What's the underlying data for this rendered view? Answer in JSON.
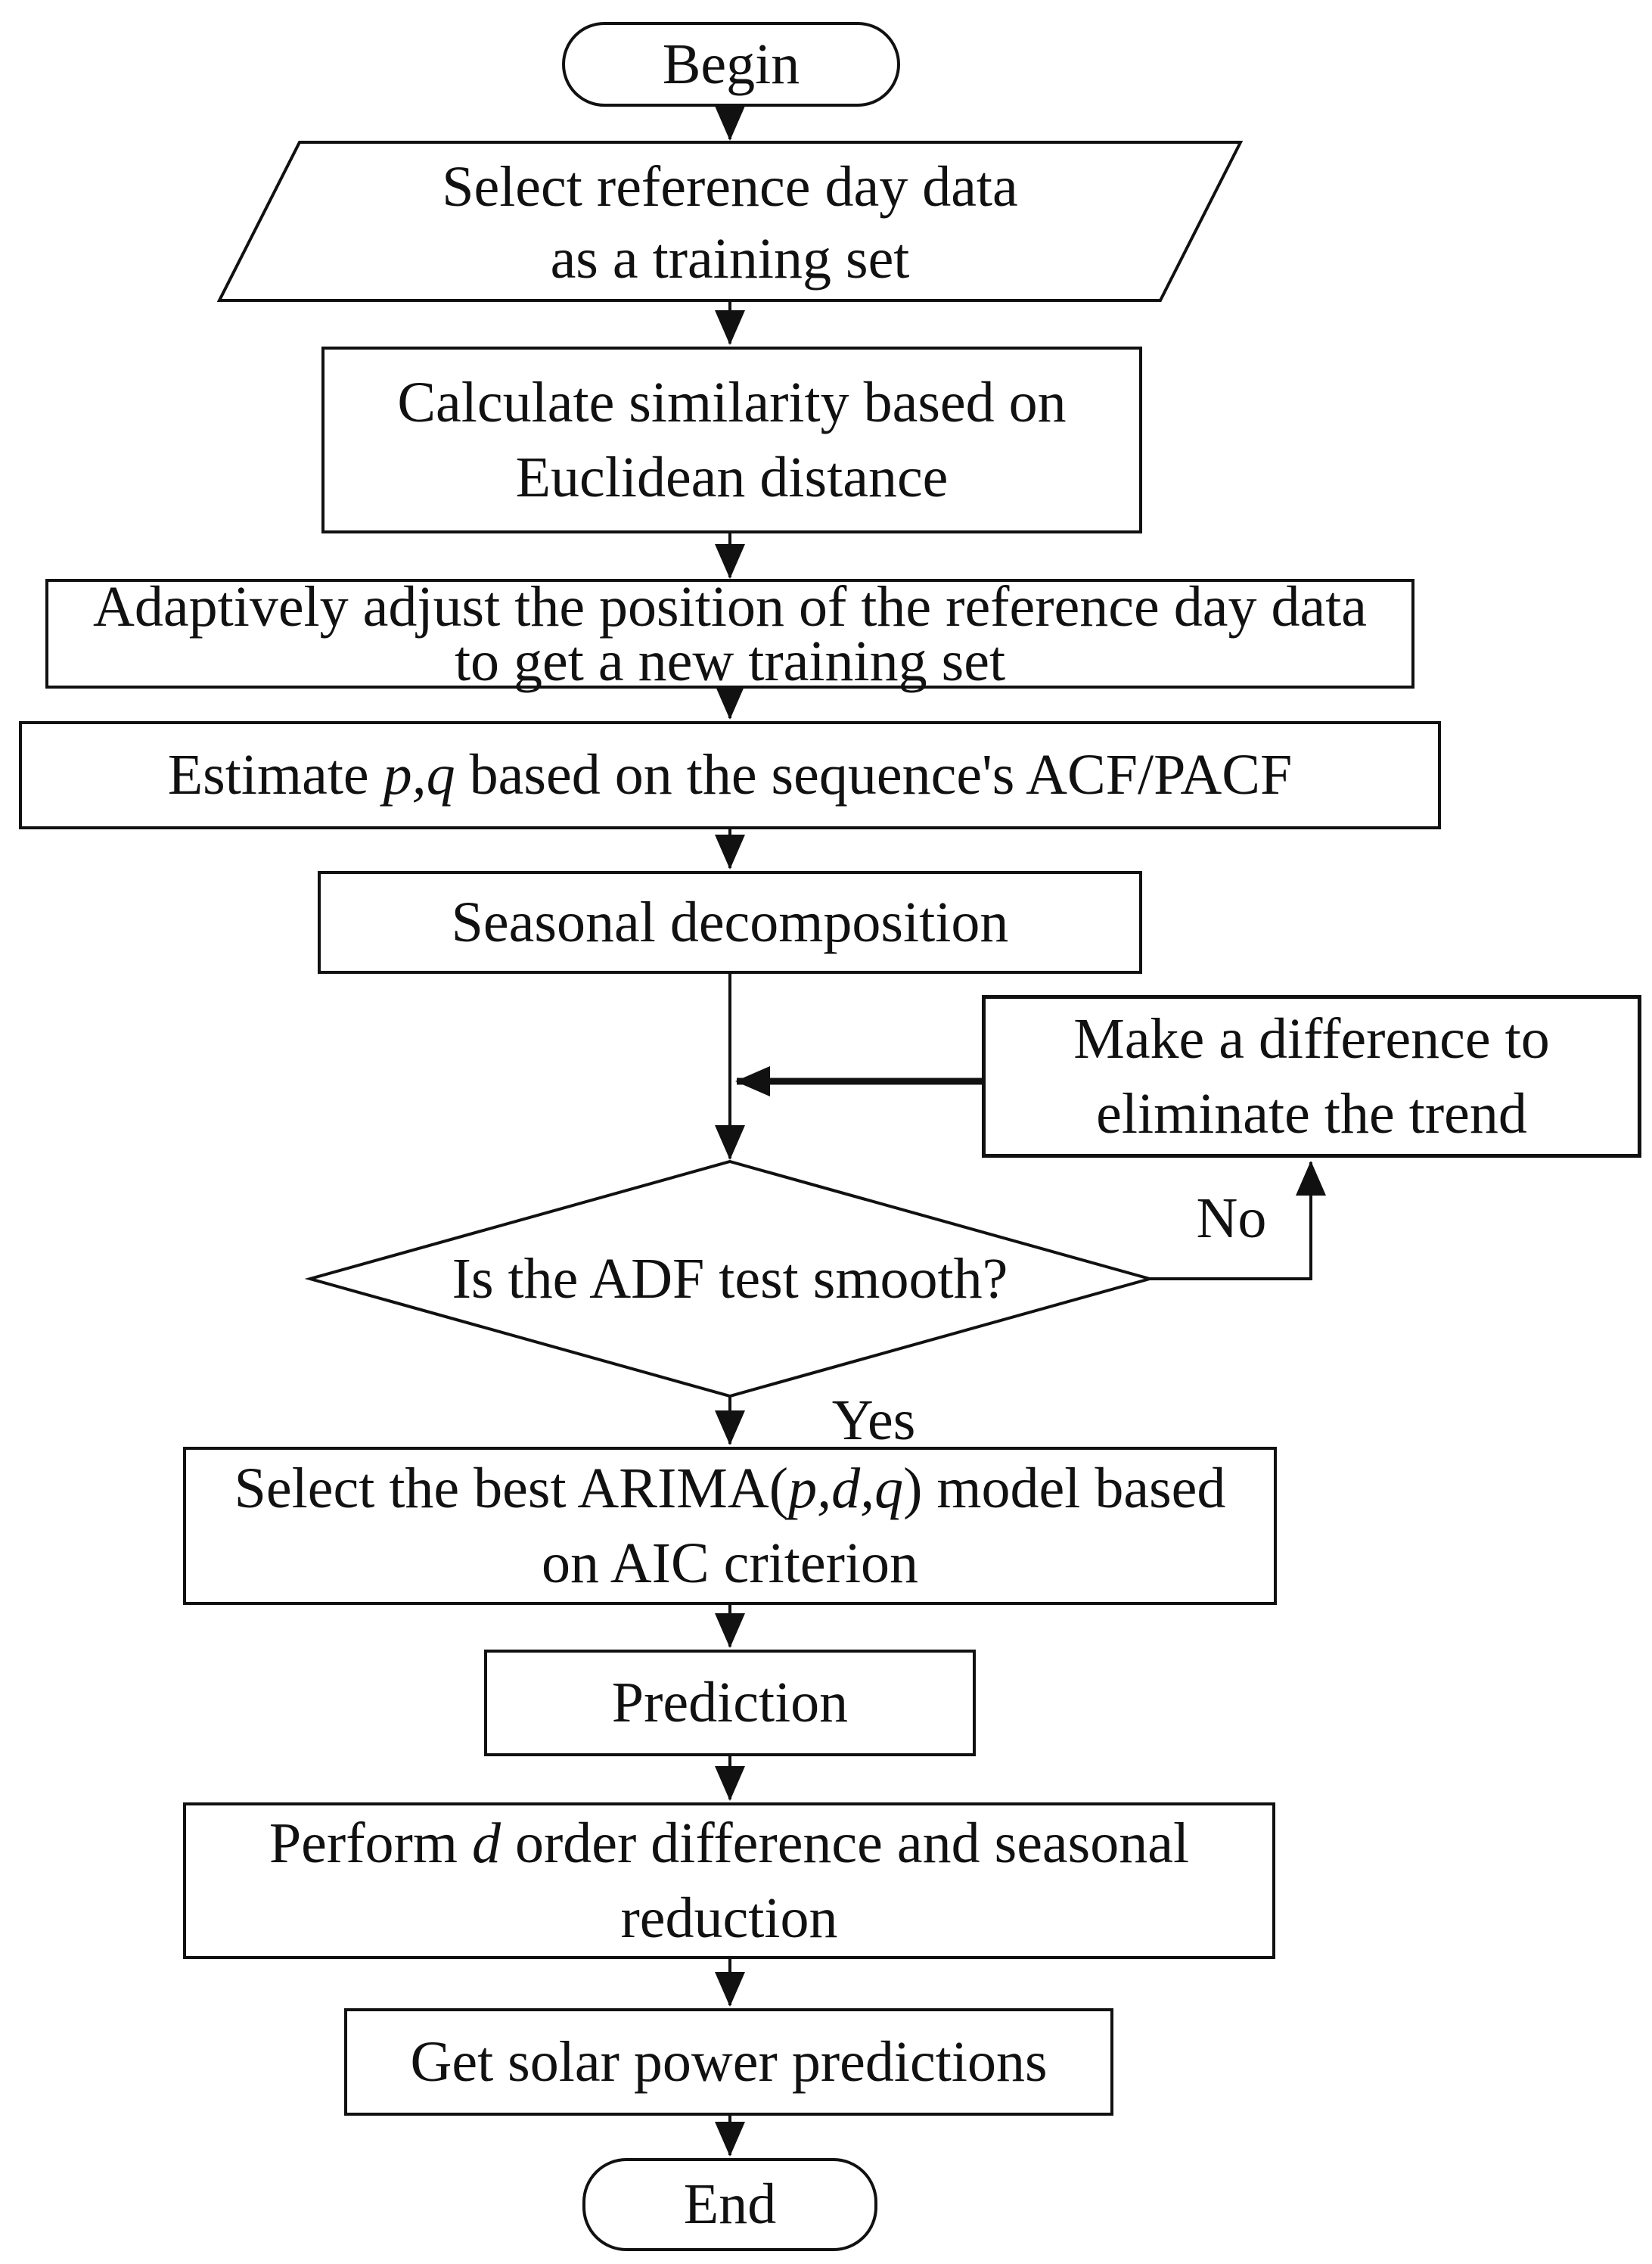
{
  "figure": {
    "type": "flowchart",
    "colors": {
      "ink": "#111111",
      "background": "#ffffff"
    },
    "nodes": {
      "begin": {
        "label": "Begin"
      },
      "select_reference_day": {
        "lines": [
          "Select reference day data",
          "as a training set"
        ]
      },
      "calculate_similarity": {
        "lines": [
          "Calculate similarity based on",
          "Euclidean distance"
        ]
      },
      "adaptively_adjust": {
        "lines": [
          "Adaptively adjust the position of the reference day data",
          "to get a new training set"
        ]
      },
      "estimate_pq": {
        "rich": [
          {
            "t": "Estimate "
          },
          {
            "t": "p,q",
            "italic": true
          },
          {
            "t": " based on the sequence's ACF/PACF"
          }
        ]
      },
      "seasonal_decomposition": {
        "label": "Seasonal decomposition"
      },
      "make_difference": {
        "lines": [
          "Make a difference to",
          "eliminate the trend"
        ]
      },
      "adf_decision": {
        "label": "Is the ADF test smooth?"
      },
      "select_arima": {
        "rich_line1": [
          {
            "t": "Select the best ARIMA("
          },
          {
            "t": "p,d,q",
            "italic": true
          },
          {
            "t": ") model based"
          }
        ],
        "line2": "on AIC criterion"
      },
      "prediction": {
        "label": "Prediction"
      },
      "perform_difference": {
        "rich_line1": [
          {
            "t": "Perform "
          },
          {
            "t": "d",
            "italic": true
          },
          {
            "t": " order difference and seasonal"
          }
        ],
        "line2": "reduction"
      },
      "get_predictions": {
        "label": "Get solar power predictions"
      },
      "end": {
        "label": "End"
      }
    },
    "edge_labels": {
      "no": "No",
      "yes": "Yes"
    }
  }
}
